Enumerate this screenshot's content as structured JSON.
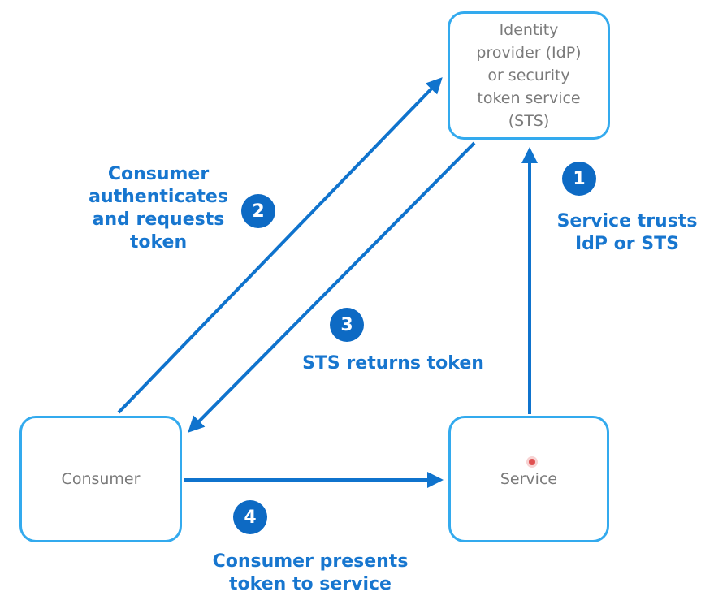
{
  "colors": {
    "arrow": "#0f73cd",
    "node_border": "#33aaee",
    "badge": "#0d6ac4",
    "label": "#1776cf"
  },
  "nodes": {
    "idp": "Identity\nprovider (IdP)\nor security\ntoken service\n(STS)",
    "consumer": "Consumer",
    "service": "Service"
  },
  "steps": [
    {
      "number": "1",
      "label": "Service trusts\nIdP or STS"
    },
    {
      "number": "2",
      "label": "Consumer\nauthenticates\nand requests\ntoken"
    },
    {
      "number": "3",
      "label": "STS returns token"
    },
    {
      "number": "4",
      "label": "Consumer presents\ntoken to service"
    }
  ]
}
